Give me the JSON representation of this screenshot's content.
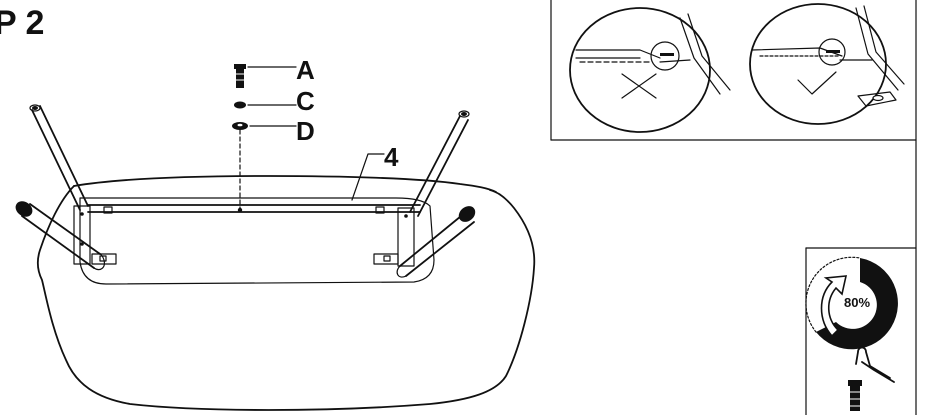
{
  "step_title": "P 2",
  "hardware_labels": {
    "a": "A",
    "c": "C",
    "d": "D"
  },
  "part_number": "4",
  "tightening_percent": "80%",
  "icons": [
    "wrong-mark-icon",
    "correct-mark-icon",
    "rotation-arrow-icon",
    "allen-key-icon",
    "bolt-icon"
  ]
}
